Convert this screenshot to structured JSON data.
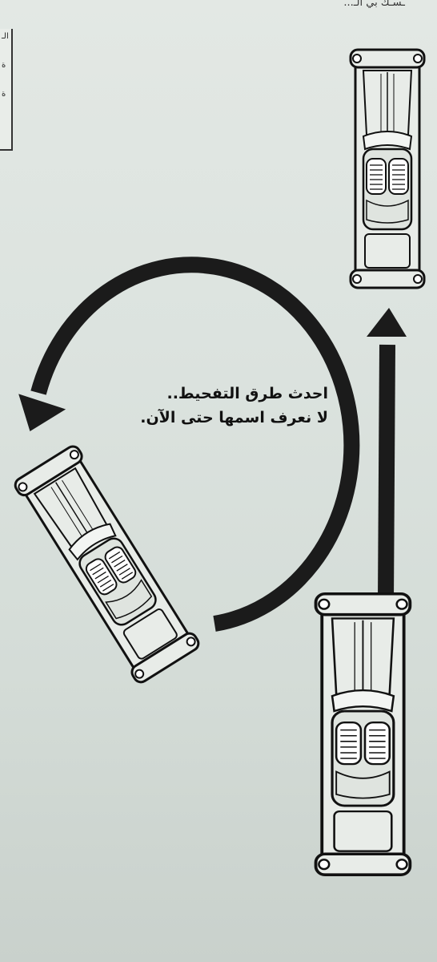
{
  "header": {
    "text": "ـسـك بي الـ..."
  },
  "sidebar_box": {
    "chars": [
      "الـ",
      "ة",
      "ة"
    ]
  },
  "caption": {
    "line1": "احدث طرق التفحيط..",
    "line2": "لا نعرف اسمها حتى الآن."
  },
  "colors": {
    "ink": "#111111",
    "paper": "#dfe5e1"
  },
  "icons": {
    "car": "car-top-view-icon",
    "arrow": "curved-arrow-icon"
  }
}
